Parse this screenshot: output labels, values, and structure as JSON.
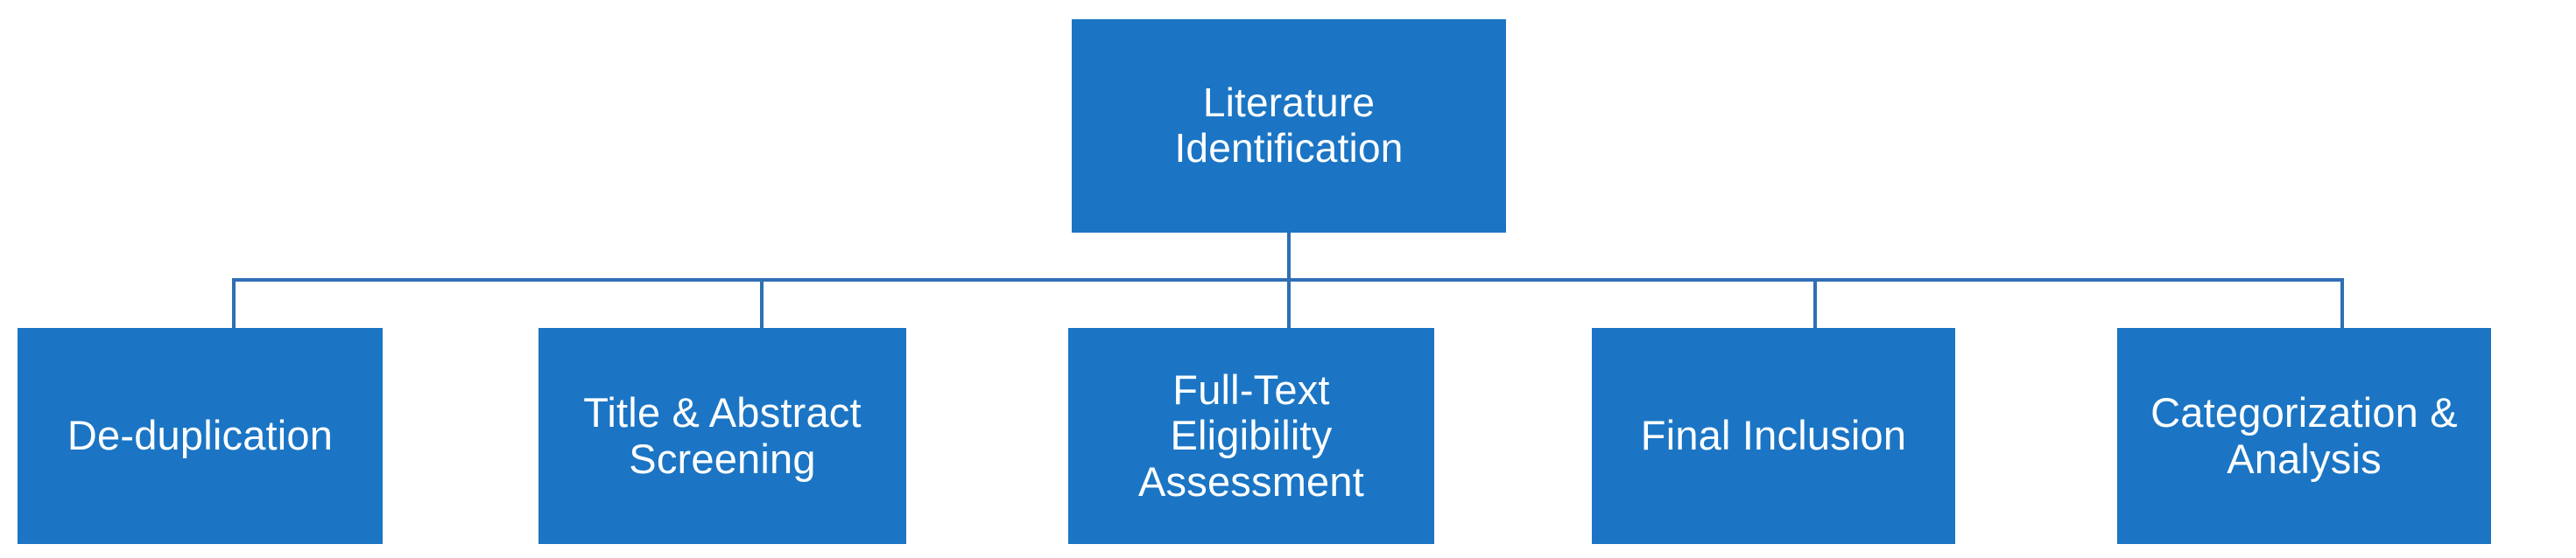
{
  "diagram": {
    "type": "flowchart",
    "orientation": "top-down-fan-out",
    "title_text": "Literature Identification",
    "colors": {
      "node_fill": "#1B75C4",
      "node_text": "#FFFFFF",
      "connector_line": "#2F6FB5",
      "background": "#FFFFFF"
    },
    "root": {
      "id": "root",
      "label": "Literature\nIdentification",
      "line1": "Literature",
      "line2": "Identification"
    },
    "stages": [
      {
        "id": "stage-de-duplication",
        "index": 1,
        "label": "De-duplication"
      },
      {
        "id": "stage-title-abstract-screening",
        "index": 2,
        "label": "Title & Abstract\nScreening"
      },
      {
        "id": "stage-full-text-eligibility-assessment",
        "index": 3,
        "label": "Full-Text\nEligibility\nAssessment"
      },
      {
        "id": "stage-final-inclusion",
        "index": 4,
        "label": "Final Inclusion"
      },
      {
        "id": "stage-categorization-analysis",
        "index": 5,
        "label": "Categorization &\nAnalysis"
      }
    ]
  }
}
